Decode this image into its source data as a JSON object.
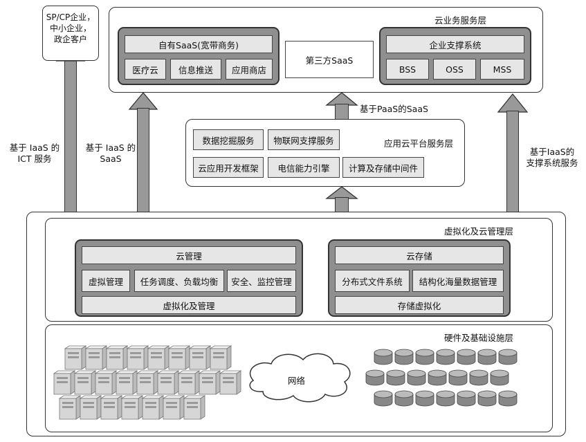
{
  "customers": "SP/CP企业，\n中小企业，\n政企客户",
  "cloud_business_layer": {
    "title": "云业务服务层",
    "own_saas": {
      "header": "自有SaaS(宽带商务)",
      "items": [
        "医疗云",
        "信息推送",
        "应用商店"
      ]
    },
    "third_party": "第三方SaaS",
    "enterprise_support": {
      "header": "企业支撑系统",
      "items": [
        "BSS",
        "OSS",
        "MSS"
      ]
    }
  },
  "paas_arrow_label": "基于PaaS的SaaS",
  "app_platform_layer": {
    "title": "应用云平台服务层",
    "items": [
      "数据挖掘服务",
      "物联网支撑服务",
      "云应用开发框架",
      "电信能力引擎",
      "计算及存储中间件"
    ]
  },
  "side_labels": {
    "ict": "基于 IaaS 的\nICT 服务",
    "saas": "基于 IaaS 的\nSaaS",
    "support": "基于IaaS的\n支撑系统服务"
  },
  "virtualization_layer": {
    "title": "虚拟化及云管理层",
    "cloud_mgmt": {
      "header": "云管理",
      "items": [
        "虚拟管理",
        "任务调度、负载均衡",
        "安全、监控管理"
      ],
      "footer": "虚拟化及管理"
    },
    "cloud_storage": {
      "header": "云存储",
      "items": [
        "分布式文件系统",
        "结构化海量数据管理"
      ],
      "footer": "存储虚拟化"
    }
  },
  "hardware_layer": {
    "title": "硬件及基础设施层",
    "network": "网络"
  },
  "colors": {
    "arrow": "#999999",
    "group_fill": "#8f8f8f",
    "cell_fill": "#e6e6e6"
  }
}
